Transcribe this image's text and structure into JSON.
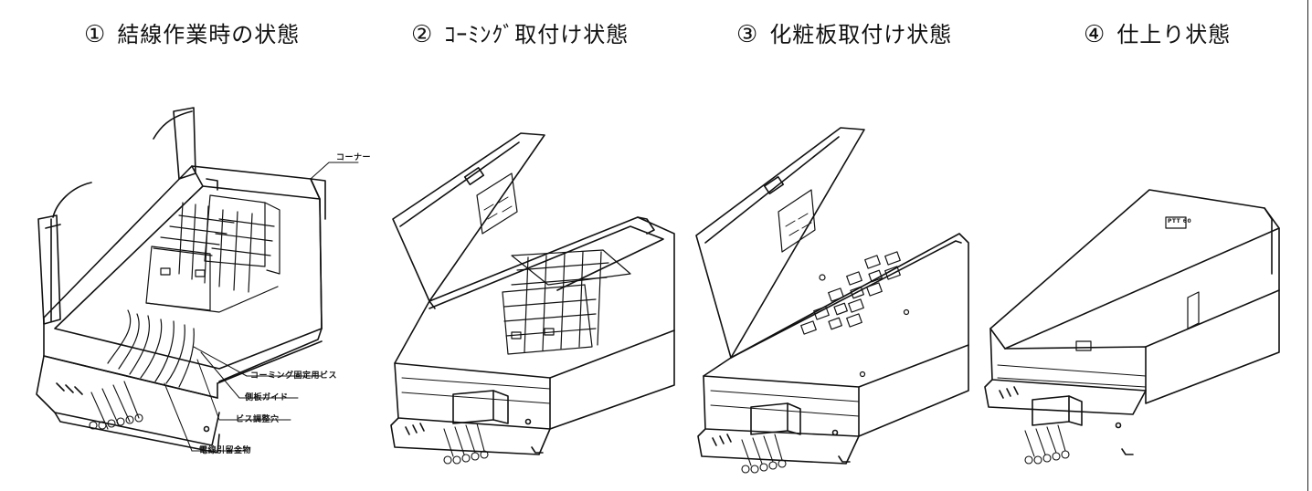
{
  "steps": [
    {
      "number": "①",
      "title": "結線作業時の状態"
    },
    {
      "number": "②",
      "title": "ｺｰﾐﾝｸﾞ取付け状態"
    },
    {
      "number": "③",
      "title": "化粧板取付け状態"
    },
    {
      "number": "④",
      "title": "仕上り状態"
    }
  ],
  "callouts": {
    "corner": "コーナー",
    "coaming_screw": "コーミング固定用ビス",
    "side_guide": "側板ガイド",
    "screw_hole": "ビス調整穴",
    "cable_clamp": "電線引留金物"
  },
  "panel_tag": "PTT 60"
}
